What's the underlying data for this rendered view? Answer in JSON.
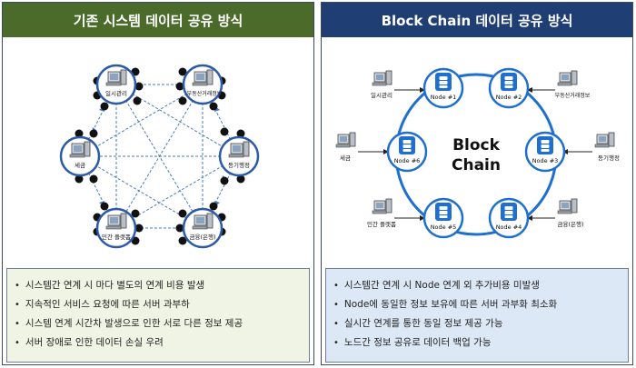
{
  "left": {
    "title": "기존 시스템 데이터 공유 방식",
    "nodes": [
      "일시관리",
      "부동산거래정보",
      "등기행정",
      "금융(은행)",
      "민간 플랫폼",
      "세금"
    ],
    "bullets": [
      "시스템간 연계 시 마다 별도의 연계 비용 발생",
      "지속적인 서비스 요청에 따른 서버 과부하",
      "시스템 연계 시간차 발생으로 인한 서로 다른 정보 제공",
      "서버 장애로 인한 데이터 손실 우려"
    ]
  },
  "right": {
    "title": "Block Chain 데이터 공유 방식",
    "center_line1": "Block",
    "center_line2": "Chain",
    "nodes": [
      "Node #1",
      "Node #2",
      "Node #3",
      "Node #4",
      "Node #5",
      "Node #6"
    ],
    "systems": [
      "일시관리",
      "부동산거래정보",
      "등기행정",
      "금융(은행)",
      "민간 플랫폼",
      "세금"
    ],
    "bullets": [
      "시스템간 연계 시 Node 연계 외 추가비용 미발생",
      "Node에 동일한 정보 보유에 따른 서버 과부화 최소화",
      "실시간 연계를 통한 동일 정보 제공 가능",
      "노드간 정보 공유로 데이터 백업 가능"
    ]
  },
  "colors": {
    "left_header": "#4a6b2a",
    "right_header": "#1f3e73",
    "circle_border": "#2b5aa8",
    "chain_blue": "#1e6fd0"
  },
  "icons": [
    "computer-icon",
    "blockchain-icon"
  ]
}
